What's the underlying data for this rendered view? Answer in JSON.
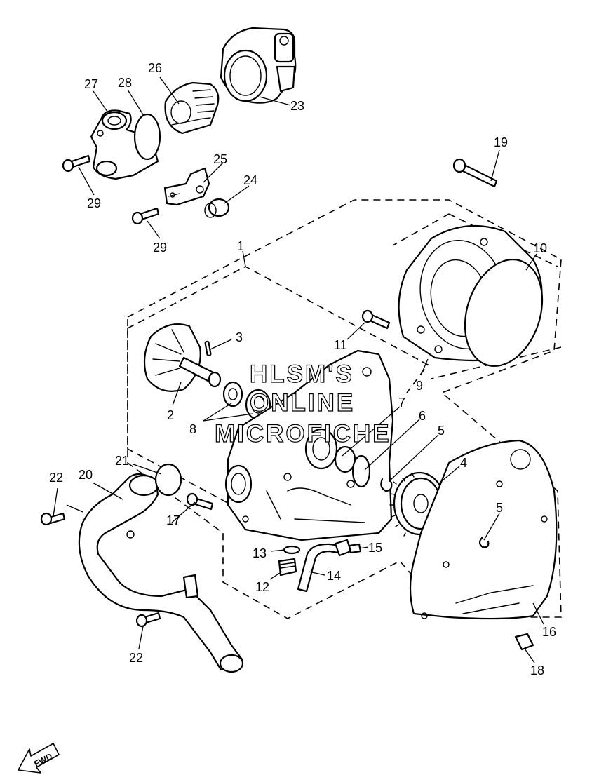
{
  "watermark": {
    "line1": "HLSM'S",
    "line2": "ONLINE",
    "line3": "MICROFICHE"
  },
  "direction_marker": "FWD",
  "callouts": [
    {
      "id": "c1",
      "label": "1"
    },
    {
      "id": "c2",
      "label": "2"
    },
    {
      "id": "c3",
      "label": "3"
    },
    {
      "id": "c4",
      "label": "4"
    },
    {
      "id": "c5a",
      "label": "5"
    },
    {
      "id": "c5b",
      "label": "5"
    },
    {
      "id": "c6",
      "label": "6"
    },
    {
      "id": "c7",
      "label": "7"
    },
    {
      "id": "c8",
      "label": "8"
    },
    {
      "id": "c9",
      "label": "9"
    },
    {
      "id": "c10",
      "label": "10"
    },
    {
      "id": "c11",
      "label": "11"
    },
    {
      "id": "c12",
      "label": "12"
    },
    {
      "id": "c13",
      "label": "13"
    },
    {
      "id": "c14",
      "label": "14"
    },
    {
      "id": "c15",
      "label": "15"
    },
    {
      "id": "c16",
      "label": "16"
    },
    {
      "id": "c17",
      "label": "17"
    },
    {
      "id": "c18",
      "label": "18"
    },
    {
      "id": "c19",
      "label": "19"
    },
    {
      "id": "c20",
      "label": "20"
    },
    {
      "id": "c21",
      "label": "21"
    },
    {
      "id": "c22a",
      "label": "22"
    },
    {
      "id": "c22b",
      "label": "22"
    },
    {
      "id": "c23",
      "label": "23"
    },
    {
      "id": "c24",
      "label": "24"
    },
    {
      "id": "c25",
      "label": "25"
    },
    {
      "id": "c26",
      "label": "26"
    },
    {
      "id": "c27",
      "label": "27"
    },
    {
      "id": "c28",
      "label": "28"
    },
    {
      "id": "c29a",
      "label": "29"
    },
    {
      "id": "c29b",
      "label": "29"
    }
  ]
}
